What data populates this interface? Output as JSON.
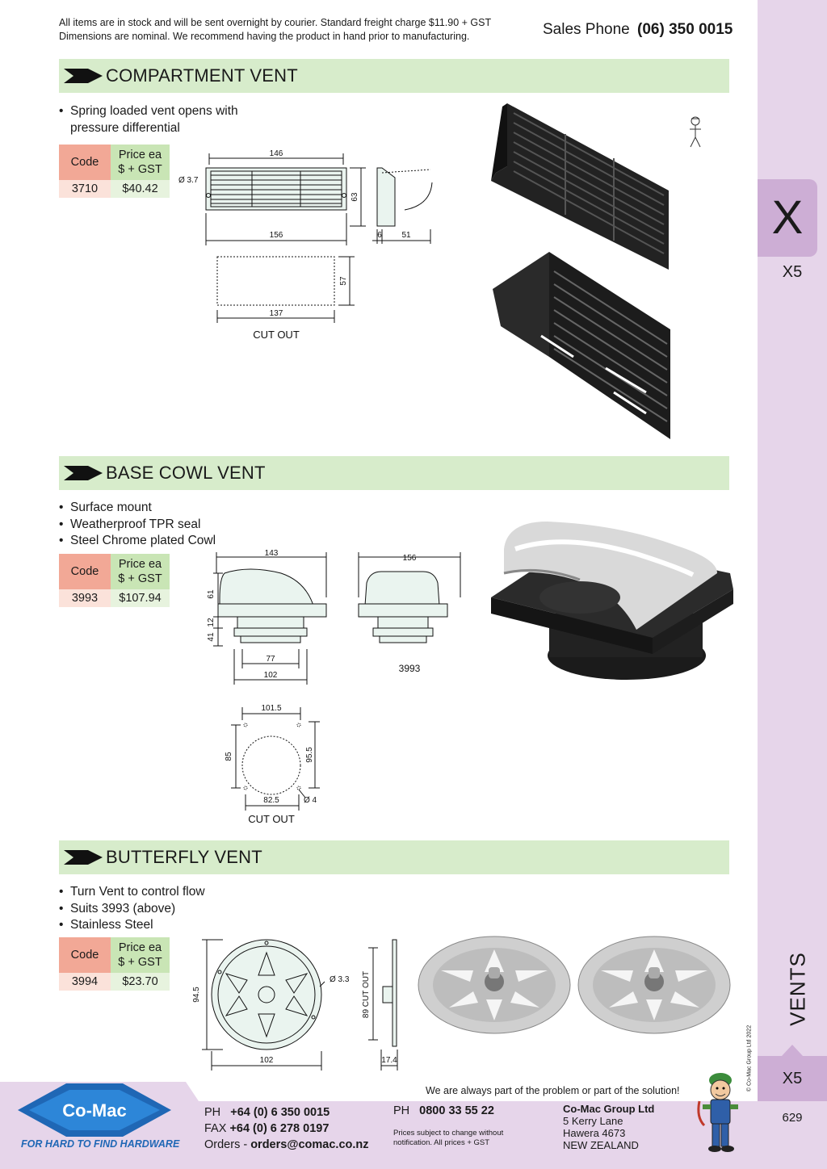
{
  "header": {
    "notice_line1": "All items are in stock and will be sent overnight by courier. Standard freight charge $11.90 + GST",
    "notice_line2": "Dimensions are nominal. We recommend having the product in hand prior to manufacturing.",
    "sales_label": "Sales Phone",
    "sales_phone": "(06) 350 0015"
  },
  "sidebar": {
    "tab_letter": "X",
    "section_code": "X5",
    "section_name": "VENTS",
    "copyright": "© Co-Mac Group Ltd 2022",
    "page_number": "629"
  },
  "table_headers": {
    "code": "Code",
    "price_line1": "Price ea",
    "price_line2": "$ + GST"
  },
  "products": [
    {
      "title": "COMPARTMENT VENT",
      "bullets": [
        "Spring loaded vent opens with",
        "pressure differential"
      ],
      "code": "3710",
      "price": "$40.42",
      "dims": {
        "w146": "146",
        "w156": "156",
        "hole": "Ø 3.7",
        "h63": "63",
        "d6": "6",
        "d51": "51",
        "h57": "57",
        "w137": "137",
        "cutout": "CUT OUT"
      }
    },
    {
      "title": "BASE COWL VENT",
      "bullets": [
        "Surface mount",
        "Weatherproof TPR seal",
        "Steel Chrome plated Cowl"
      ],
      "code": "3993",
      "price": "$107.94",
      "dims": {
        "w143": "143",
        "w156": "156",
        "h61": "61",
        "h12": "12",
        "h41": "41",
        "w77": "77",
        "w102": "102",
        "part": "3993",
        "w101_5": "101.5",
        "h85": "85",
        "h95_5": "95.5",
        "w82_5": "82.5",
        "hole": "Ø 4",
        "cutout": "CUT OUT"
      }
    },
    {
      "title": "BUTTERFLY VENT",
      "bullets": [
        "Turn Vent to control flow",
        "Suits 3993 (above)",
        "Stainless Steel"
      ],
      "code": "3994",
      "price": "$23.70",
      "dims": {
        "h94_5": "94.5",
        "hole": "Ø 3.3",
        "w102": "102",
        "cut89": "89 CUT OUT",
        "d17_4": "17.4"
      }
    }
  ],
  "footer": {
    "slogan": "We are always part of the problem or part of the solution!",
    "ph_label": "PH",
    "ph": "+64 (0) 6 350 0015",
    "fax_label": "FAX",
    "fax": "+64 (0) 6 278 0197",
    "orders_label": "Orders -",
    "orders_email": "orders@comac.co.nz",
    "ph2_label": "PH",
    "ph2": "0800 33 55 22",
    "terms_line1": "Prices subject to change without",
    "terms_line2": "notification. All prices + GST",
    "company": "Co-Mac Group Ltd",
    "address1": "5 Kerry Lane",
    "address2": "Hawera 4673",
    "address3": "NEW ZEALAND",
    "logo_text": "Co-Mac",
    "logo_tagline": "FOR HARD TO FIND HARDWARE"
  }
}
